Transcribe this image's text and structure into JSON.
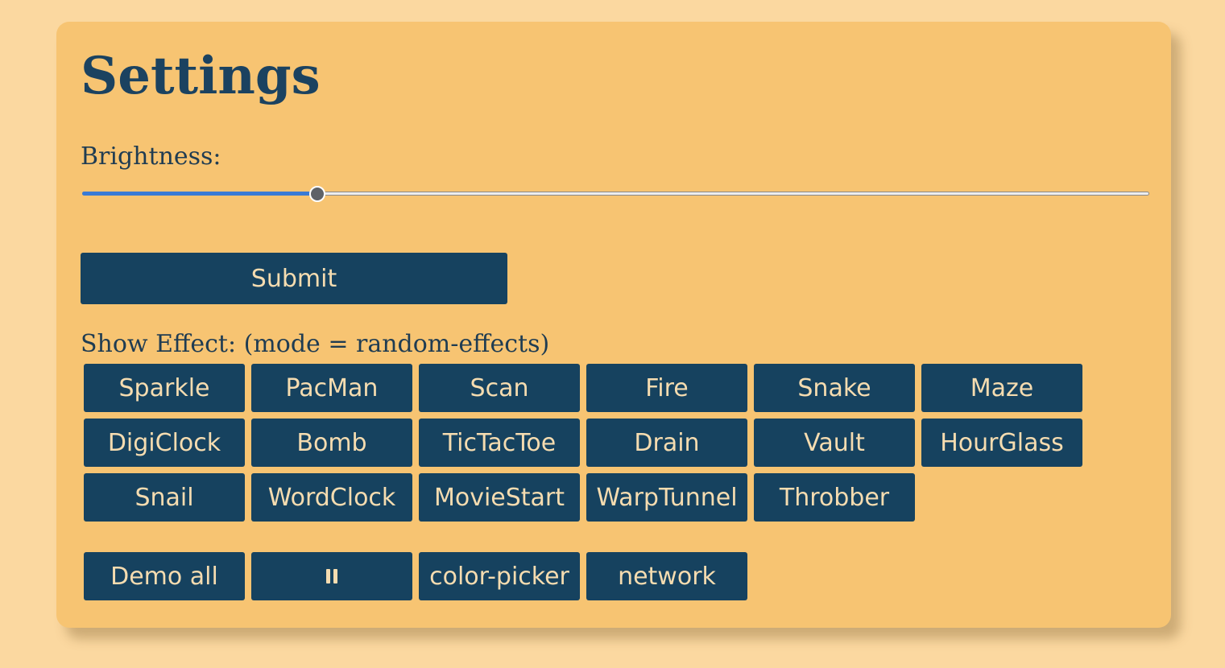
{
  "page": {
    "title": "Settings",
    "background_color": "#fbd8a0",
    "card_color": "#f7c472",
    "accent_color": "#16425f"
  },
  "brightness": {
    "label": "Brightness:",
    "value_fraction": 0.22
  },
  "submit": {
    "label": "Submit"
  },
  "effects": {
    "label": "Show Effect: (mode = random-effects)",
    "row1": [
      "Sparkle",
      "PacMan",
      "Scan",
      "Fire",
      "Snake",
      "Maze"
    ],
    "row2": [
      "DigiClock",
      "Bomb",
      "TicTacToe",
      "Drain",
      "Vault",
      "HourGlass"
    ],
    "row3": [
      "Snail",
      "WordClock",
      "MovieStart",
      "WarpTunnel",
      "Throbber"
    ]
  },
  "controls": {
    "demo_all": "Demo all",
    "pause_icon": "pause-icon",
    "color_picker": "color-picker",
    "network": "network"
  }
}
